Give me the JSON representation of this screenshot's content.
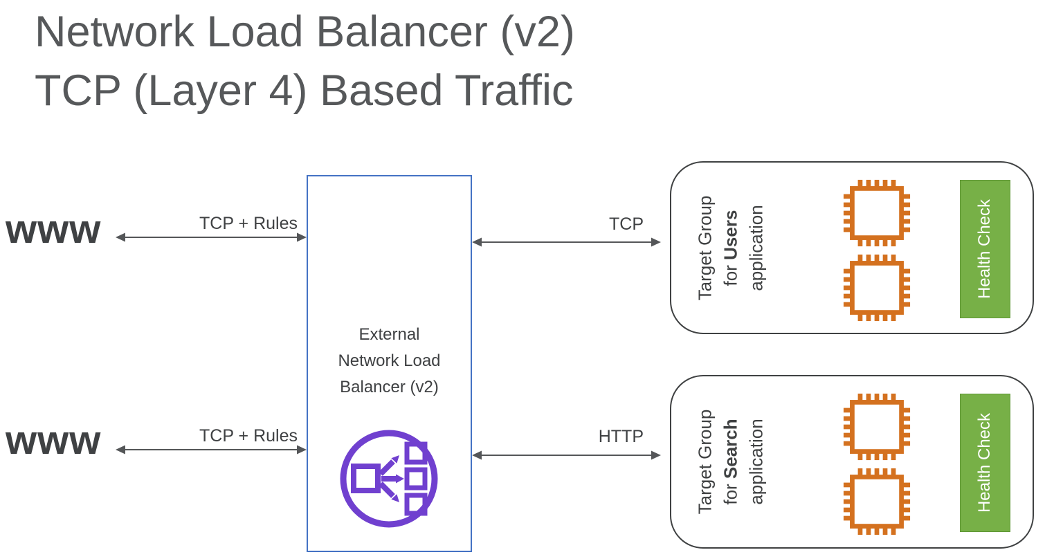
{
  "title": {
    "line1": "Network Load Balancer (v2)",
    "line2": "TCP (Layer 4) Based Traffic"
  },
  "clients": [
    {
      "label": "www"
    },
    {
      "label": "www"
    }
  ],
  "connections": {
    "www_to_lb_top": {
      "label": "TCP + Rules"
    },
    "www_to_lb_bottom": {
      "label": "TCP + Rules"
    },
    "lb_to_users": {
      "label": "TCP"
    },
    "lb_to_search": {
      "label": "HTTP"
    }
  },
  "load_balancer": {
    "line1": "External",
    "line2": "Network Load",
    "line3": "Balancer (v2)",
    "icon": "elastic-load-balancer-icon"
  },
  "target_groups": [
    {
      "line1": "Target Group",
      "line2_pre": "for",
      "line2_bold": "Users",
      "line3": "application",
      "instances": 2,
      "instance_icon": "server-chip-icon",
      "health_check": "Health Check"
    },
    {
      "line1": "Target Group",
      "line2_pre": "for",
      "line2_bold": "Search",
      "line3": "application",
      "instances": 2,
      "instance_icon": "server-chip-icon",
      "health_check": "Health Check"
    }
  ],
  "colors": {
    "accent_blue": "#4472c4",
    "elb_purple": "#7040cf",
    "chip_orange": "#d4711f",
    "health_green": "#77b047",
    "box_border_gray": "#3f4142",
    "title_gray": "#56585a",
    "arrow_gray": "#545658"
  }
}
